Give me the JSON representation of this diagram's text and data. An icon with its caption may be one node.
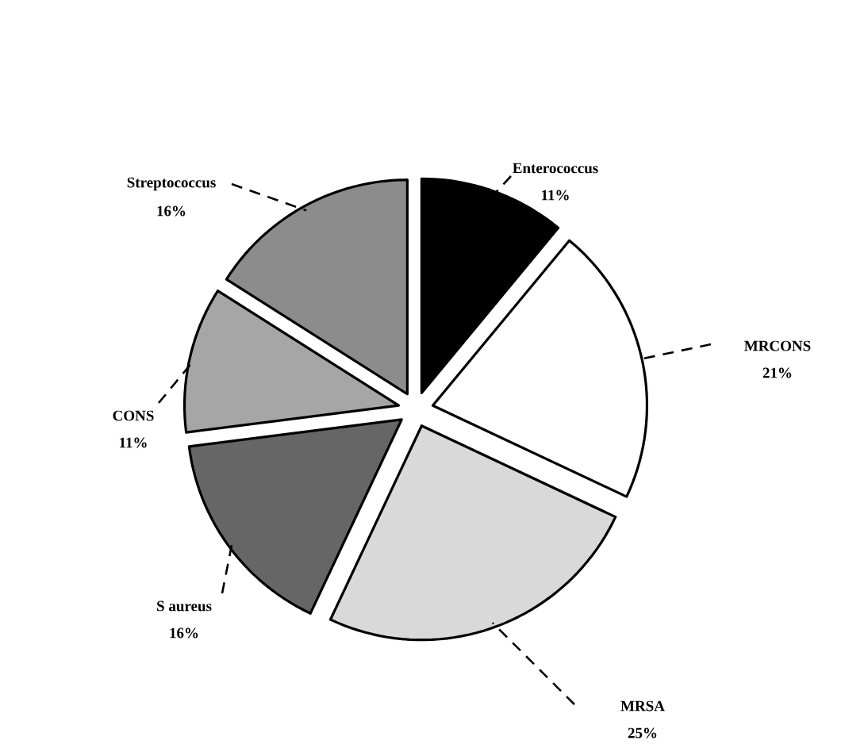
{
  "diagram": {
    "chart_data": {
      "type": "pie",
      "categories": [
        "Enterococcus",
        "MRCONS",
        "MRSA",
        "S aureus",
        "CONS",
        "Streptococcus"
      ],
      "values": [
        11,
        21,
        25,
        16,
        11,
        16
      ],
      "value_labels": [
        "11%",
        "21%",
        "25%",
        "16%",
        "11%",
        "16%"
      ]
    }
  }
}
